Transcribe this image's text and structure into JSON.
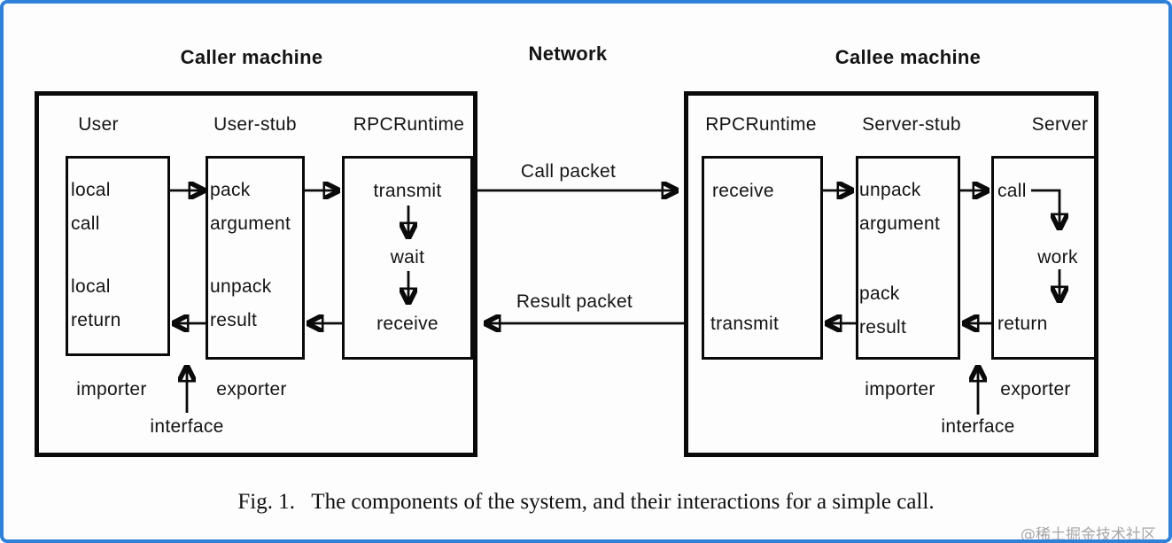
{
  "header": {
    "caller_machine": "Caller machine",
    "network": "Network",
    "callee_machine": "Callee machine"
  },
  "caller": {
    "headers": {
      "user": "User",
      "user_stub": "User-stub",
      "rpcruntime": "RPCRuntime"
    },
    "user_box": {
      "top": "local\ncall",
      "bottom": "local\nreturn"
    },
    "stub_box": {
      "top": "pack\nargument",
      "bottom": "unpack\nresult"
    },
    "runtime_box": {
      "top": "transmit",
      "middle": "wait",
      "bottom": "receive"
    },
    "importer": "importer",
    "exporter": "exporter",
    "interface": "interface"
  },
  "network_labels": {
    "call_packet": "Call packet",
    "result_packet": "Result packet"
  },
  "callee": {
    "headers": {
      "rpcruntime": "RPCRuntime",
      "server_stub": "Server-stub",
      "server": "Server"
    },
    "runtime_box": {
      "top": "receive",
      "bottom": "transmit"
    },
    "stub_box": {
      "top": "unpack\nargument",
      "bottom": "pack\nresult"
    },
    "server_box": {
      "top": "call",
      "middle": "work",
      "bottom": "return"
    },
    "importer": "importer",
    "exporter": "exporter",
    "interface": "interface"
  },
  "caption": "Fig. 1.   The components of the system, and their interactions for a simple call.",
  "watermark": "@稀土掘金技术社区"
}
